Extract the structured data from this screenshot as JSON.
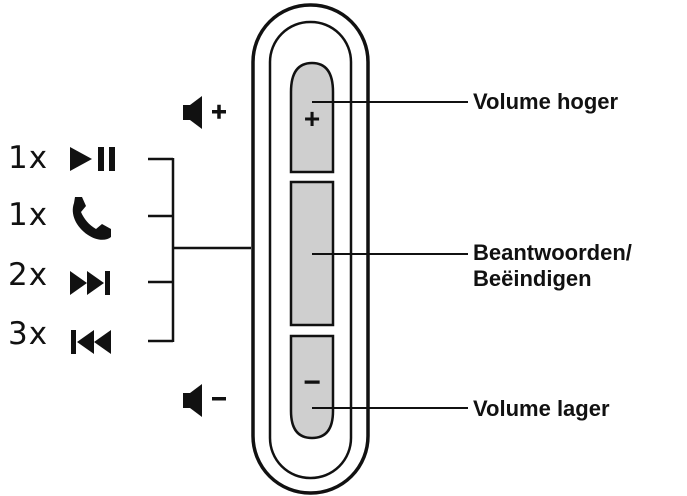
{
  "controls": [
    {
      "count": "1x",
      "icon": "play-pause-icon"
    },
    {
      "count": "1x",
      "icon": "phone-icon"
    },
    {
      "count": "2x",
      "icon": "next-track-icon"
    },
    {
      "count": "3x",
      "icon": "previous-track-icon"
    }
  ],
  "side_icons": {
    "volume_up": "volume-up-icon",
    "volume_down": "volume-down-icon"
  },
  "buttons": {
    "plus_symbol": "+",
    "minus_symbol": "−"
  },
  "labels": {
    "volume_up": "Volume hoger",
    "answer_line1": "Beantwoorden/",
    "answer_line2": "Beëindigen",
    "volume_down": "Volume lager"
  },
  "colors": {
    "button_fill": "#cfcfcf",
    "stroke": "#111111"
  }
}
